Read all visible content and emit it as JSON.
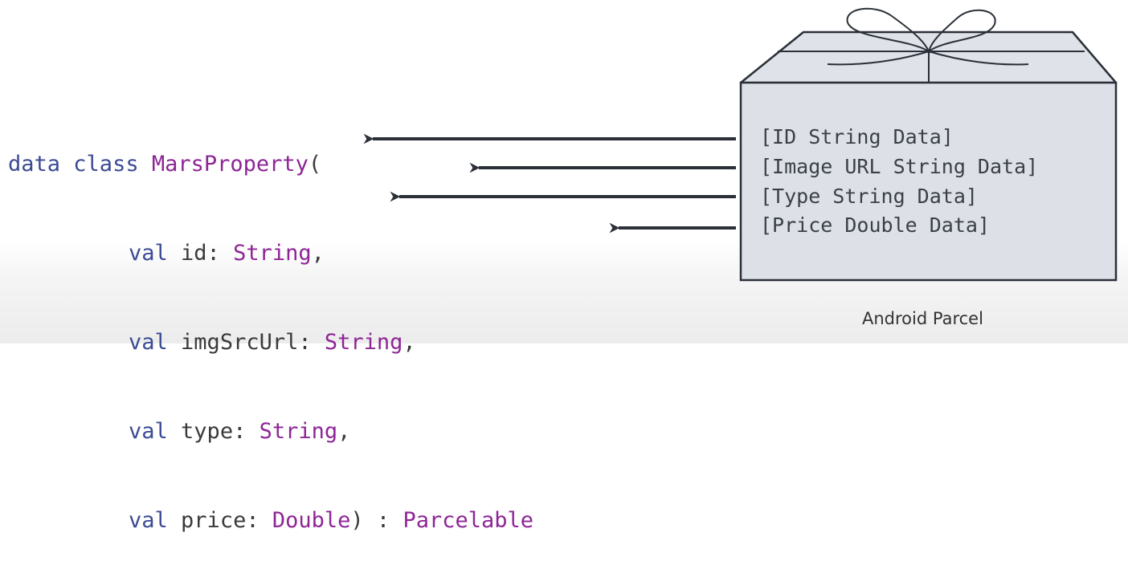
{
  "code": {
    "kw_data": "data",
    "kw_class": "class",
    "class_name": "MarsProperty",
    "open_paren": "(",
    "params": [
      {
        "kw": "val",
        "name": "id:",
        "type": "String",
        "suffix": ","
      },
      {
        "kw": "val",
        "name": "imgSrcUrl:",
        "type": "String",
        "suffix": ","
      },
      {
        "kw": "val",
        "name": "type:",
        "type": "String",
        "suffix": ","
      },
      {
        "kw": "val",
        "name": "price:",
        "type": "Double",
        "suffix": ") :"
      }
    ],
    "interface": "Parcelable"
  },
  "parcel": {
    "entries": [
      "[ID String Data]",
      "[Image URL String Data]",
      "[Type String Data]",
      "[Price Double Data]"
    ],
    "caption": "Android Parcel"
  },
  "colors": {
    "keyword": "#3b4a94",
    "type": "#8e2596",
    "box_fill": "#dde1e7",
    "box_stroke": "#2a2f38",
    "arrow": "#2a2f38"
  }
}
